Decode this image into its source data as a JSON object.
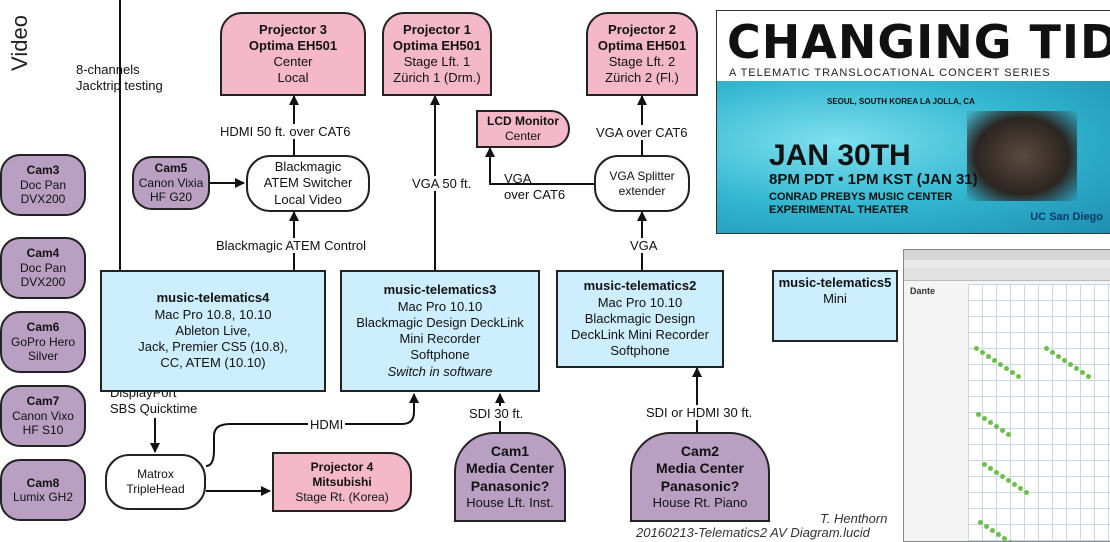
{
  "side_label": "Video",
  "labels": {
    "channels": "8-channels\nJacktrip testing",
    "hdmi50": "HDMI 50 ft. over CAT6",
    "atem_control": "Blackmagic ATEM Control",
    "vga50": "VGA 50 ft.",
    "vga_cat6_left": "VGA\nover CAT6",
    "vga_cat6_top": "VGA over CAT6",
    "vga": "VGA",
    "displayport": "DisplayPort\nSBS Quicktime",
    "hdmi": "HDMI",
    "sdi30": "SDI 30 ft.",
    "sdi_hdmi30": "SDI or HDMI 30 ft."
  },
  "projectors": [
    {
      "name": "Projector 3",
      "model": "Optima EH501",
      "l1": "Center",
      "l2": "Local"
    },
    {
      "name": "Projector 1",
      "model": "Optima EH501",
      "l1": "Stage Lft. 1",
      "l2": "Zürich 1 (Drm.)"
    },
    {
      "name": "Projector 2",
      "model": "Optima EH501",
      "l1": "Stage Lft. 2",
      "l2": "Zürich 2 (Fl.)"
    }
  ],
  "projector4": {
    "name": "Projector 4",
    "model": "Mitsubishi",
    "l1": "Stage Rt. (Korea)"
  },
  "lcd": {
    "name": "LCD Monitor",
    "l1": "Center"
  },
  "atem": {
    "l1": "Blackmagic",
    "l2": "ATEM Switcher",
    "l3": "Local Video"
  },
  "splitter": {
    "l1": "VGA Splitter",
    "l2": "extender"
  },
  "matrox": {
    "l1": "Matrox",
    "l2": "TripleHead"
  },
  "cam5": {
    "name": "Cam5",
    "l1": "Canon Vixia",
    "l2": "HF G20"
  },
  "side_cams": [
    {
      "name": "Cam3",
      "l1": "Doc Pan",
      "l2": "DVX200"
    },
    {
      "name": "Cam4",
      "l1": "Doc Pan",
      "l2": "DVX200"
    },
    {
      "name": "Cam6",
      "l1": "GoPro Hero",
      "l2": "Silver"
    },
    {
      "name": "Cam7",
      "l1": "Canon Vixo",
      "l2": "HF S10"
    },
    {
      "name": "Cam8",
      "l1": "Lumix GH2",
      "l2": ""
    }
  ],
  "big_cams": [
    {
      "name": "Cam1",
      "l1": "Media Center",
      "l2": "Panasonic?",
      "l3": "House Lft. Inst."
    },
    {
      "name": "Cam2",
      "l1": "Media Center",
      "l2": "Panasonic?",
      "l3": "House Rt. Piano"
    }
  ],
  "macs": [
    {
      "name": "music-telematics4",
      "lines": [
        "Mac Pro 10.8, 10.10",
        "Ableton Live,",
        "Jack, Premier CS5 (10.8),",
        "CC, ATEM (10.10)"
      ],
      "italic": ""
    },
    {
      "name": "music-telematics3",
      "lines": [
        "Mac Pro 10.10",
        "Blackmagic Design DeckLink",
        "Mini Recorder",
        "Softphone"
      ],
      "italic": "Switch in software"
    },
    {
      "name": "music-telematics2",
      "lines": [
        "Mac Pro 10.10",
        "Blackmagic Design",
        "DeckLink Mini Recorder",
        "Softphone"
      ],
      "italic": ""
    },
    {
      "name": "music-telematics5",
      "lines": [
        "Mini"
      ],
      "italic": ""
    }
  ],
  "poster": {
    "title": "CHANGING TIDES",
    "subtitle": "A TELEMATIC TRANSLOCATIONAL CONCERT SERIES",
    "locations": "SEOUL, SOUTH KOREA   LA JOLLA, CA",
    "date": "JAN 30TH",
    "time": "8PM PDT • 1PM KST (JAN 31)",
    "venue": "CONRAD PREBYS MUSIC CENTER\nEXPERIMENTAL THEATER",
    "logo": "UC San Diego"
  },
  "dante": {
    "logo": "Dante"
  },
  "credit": {
    "author": "T. Henthorn",
    "file": "20160213-Telematics2 AV Diagram.lucid"
  },
  "colors": {
    "projector": "#f4b8c8",
    "computer": "#cceeff",
    "camera": "#b9a0c3"
  }
}
